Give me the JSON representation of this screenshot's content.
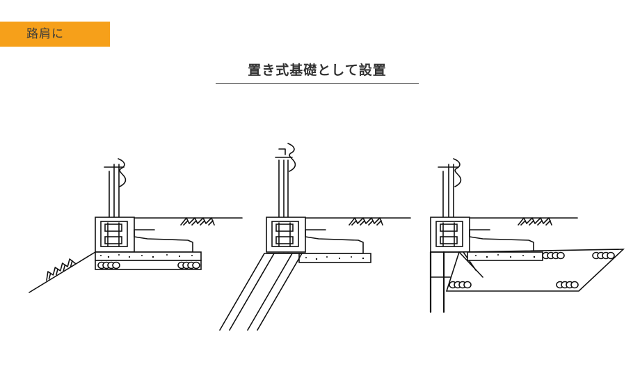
{
  "header": {
    "tag_label": "路肩に",
    "tag_color": "#f6a01a"
  },
  "section": {
    "title": "置き式基礎として設置"
  },
  "figures": [
    {
      "id": "fig-1",
      "variant": "embankment-slope"
    },
    {
      "id": "fig-2",
      "variant": "inclined-piles"
    },
    {
      "id": "fig-3",
      "variant": "retaining-wall-cantilever"
    }
  ]
}
